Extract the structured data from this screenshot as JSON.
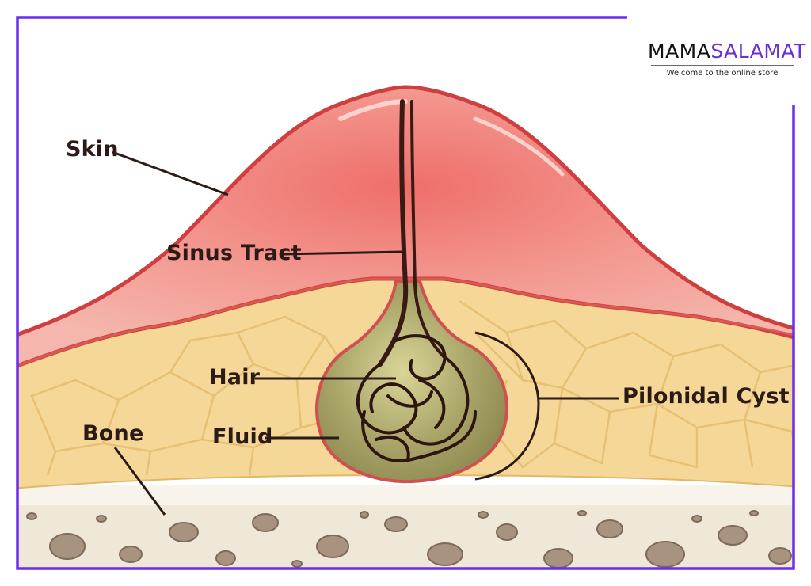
{
  "brand": {
    "name_part1": "MAMA",
    "name_part2": "SALAMAT",
    "tagline": "Welcome to the online store",
    "color_part1": "#111111",
    "color_part2": "#6b2fd1"
  },
  "labels": {
    "skin": "Skin",
    "sinus_tract": "Sinus Tract",
    "hair": "Hair",
    "fluid": "Fluid",
    "bone": "Bone",
    "pilonidal_cyst": "Pilonidal Cyst"
  },
  "colors": {
    "frame": "#6a2cf0",
    "skin_outline": "#d64545",
    "skin_fill": "#f4a49c",
    "fat_fill": "#f3d89a",
    "cyst_fill": "#a7a265",
    "bone_fill": "#f2ece0",
    "line": "#2b1a16"
  }
}
